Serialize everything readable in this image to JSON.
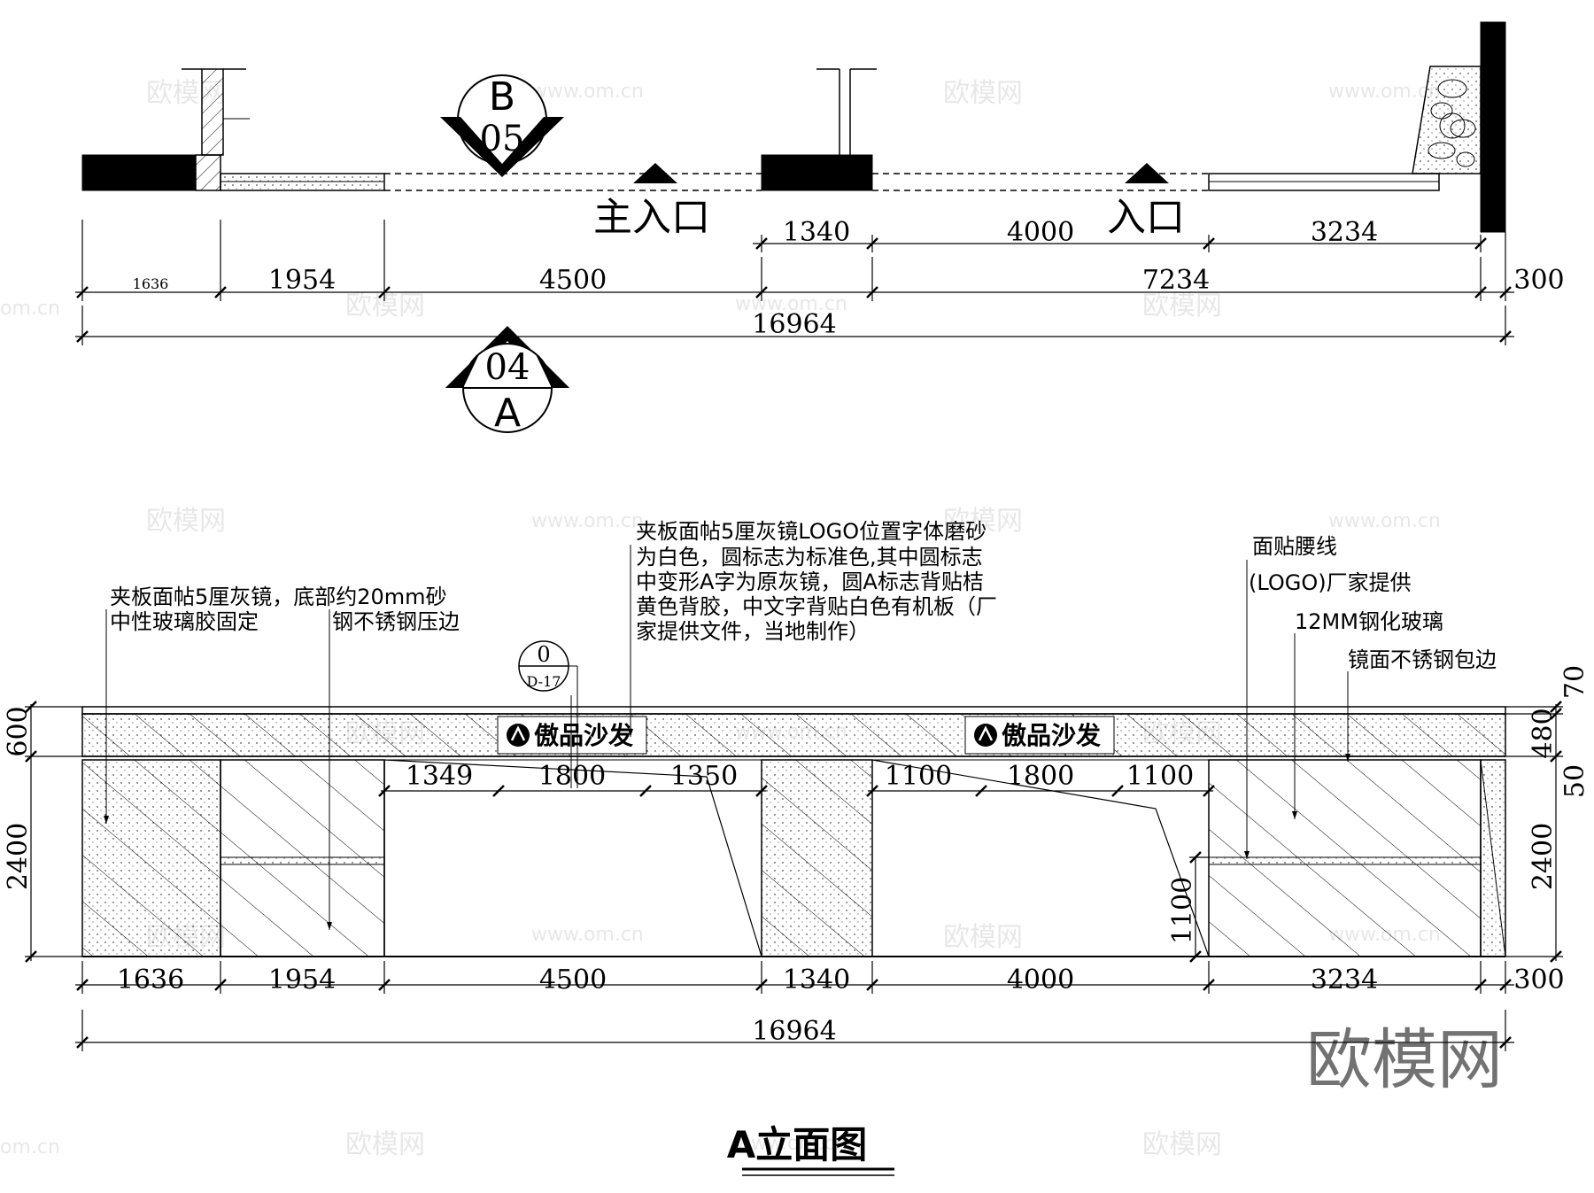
{
  "plan": {
    "section_marker_b": {
      "letter": "B",
      "number": "05"
    },
    "section_marker_a": {
      "letter": "A",
      "number": "04"
    },
    "entrance_main": "主入口",
    "entrance": "入口",
    "dims_top": [
      "1340",
      "4000",
      "3234"
    ],
    "dims_mid": [
      "1636",
      "1954",
      "4500",
      "7234",
      "300"
    ],
    "dim_total": "16964"
  },
  "elevation": {
    "notes": {
      "n1_line1": "夹板面帖5厘灰镜，底部约20mm砂",
      "n1_line2a": "中性玻璃胶固定",
      "n1_line2b": "钢不锈钢压边",
      "n2_lines": [
        "夹板面帖5厘灰镜LOGO位置字体磨砂",
        "为白色，圆标志为标准色,其中圆标志",
        "中变形A字为原灰镜，圆A标志背贴桔",
        "黄色背胶，中文字背贴白色有机板（厂",
        "家提供文件，当地制作）"
      ],
      "n3": "面贴腰线",
      "n4": "(LOGO)厂家提供",
      "n5": "12MM钢化玻璃",
      "n6": "镜面不锈钢包边"
    },
    "detail_marker": {
      "top": "0",
      "bottom": "D-17"
    },
    "brand_text": "傲品沙发",
    "dims_opening": [
      "1349",
      "1800",
      "1350",
      "1100",
      "1800",
      "1100"
    ],
    "dims_bottom": [
      "1636",
      "1954",
      "4500",
      "1340",
      "4000",
      "3234",
      "300"
    ],
    "dim_total": "16964",
    "dims_left": [
      "600",
      "2400"
    ],
    "dims_right": [
      "70",
      "480",
      "50",
      "2400"
    ],
    "dim_inner_height": "1100"
  },
  "title": "A立面图",
  "watermarks": {
    "brand": "欧模网",
    "url": "www.om.cn",
    "url_short": "om.cn"
  }
}
